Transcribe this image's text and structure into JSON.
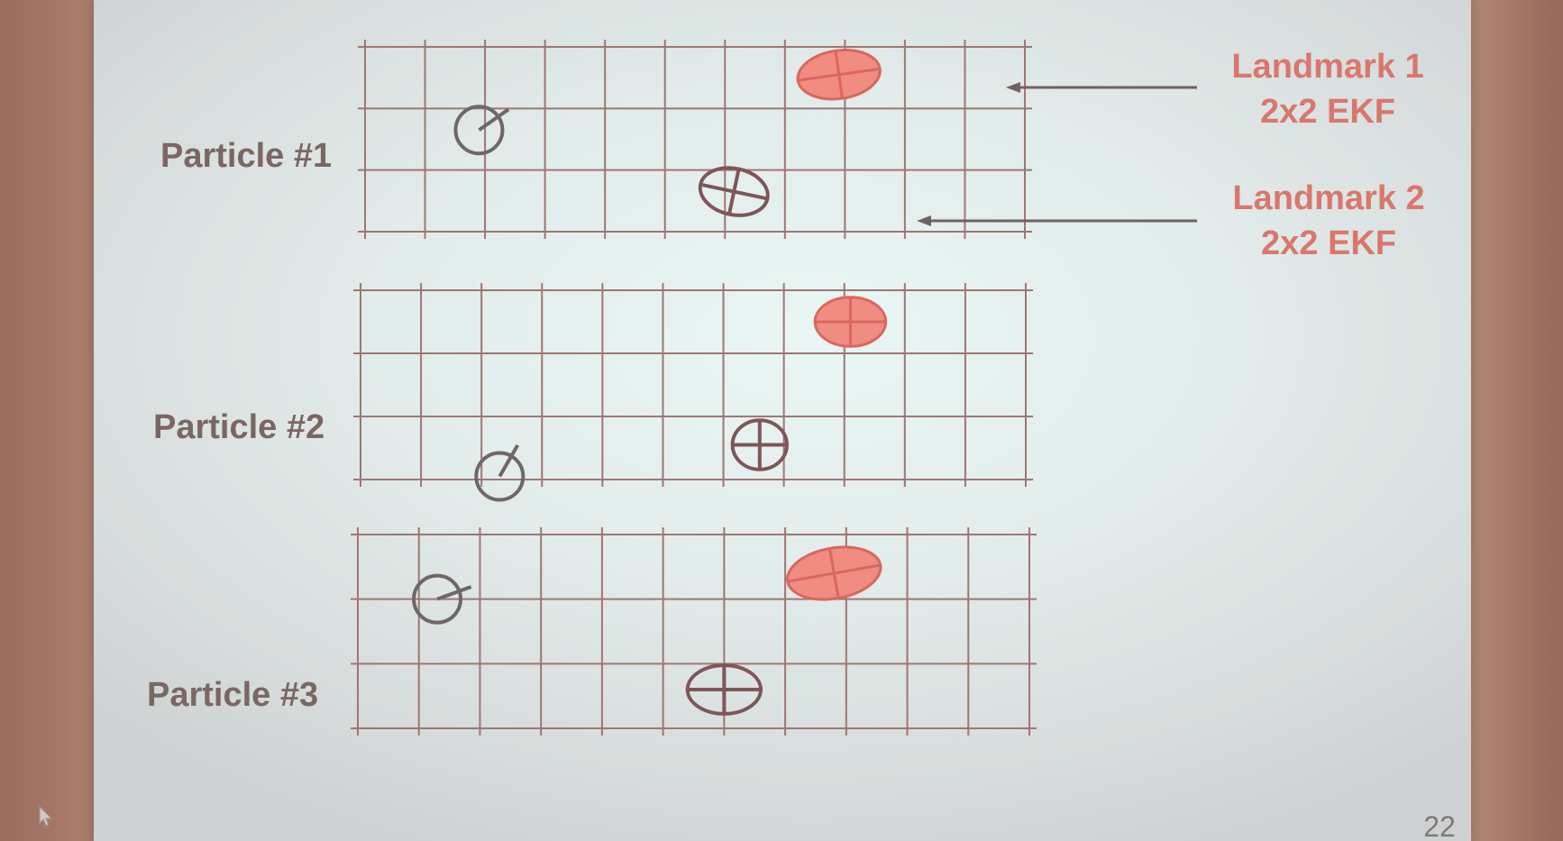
{
  "slide": {
    "page_number": "22"
  },
  "panels": [
    {
      "label": "Particle #1",
      "grid": {
        "cols": 11,
        "rows": 3
      },
      "robot": {
        "col": 1.9,
        "row": 1.35,
        "heading_deg": -35
      },
      "landmarks": [
        {
          "id": "landmark-1",
          "col": 7.9,
          "row": 0.45,
          "rx_cells": 0.92,
          "ry_cells": 0.52,
          "angle_deg": -8,
          "filled": true
        },
        {
          "id": "landmark-2",
          "col": 6.15,
          "row": 2.35,
          "rx_cells": 0.76,
          "ry_cells": 0.5,
          "angle_deg": 12,
          "filled": false
        }
      ]
    },
    {
      "label": "Particle #2",
      "grid": {
        "cols": 11,
        "rows": 3
      },
      "robot": {
        "col": 2.3,
        "row": 2.95,
        "heading_deg": -60
      },
      "landmarks": [
        {
          "id": "landmark-1",
          "col": 8.1,
          "row": 0.5,
          "rx_cells": 0.78,
          "ry_cells": 0.52,
          "angle_deg": 0,
          "filled": true
        },
        {
          "id": "landmark-2",
          "col": 6.6,
          "row": 2.45,
          "rx_cells": 0.6,
          "ry_cells": 0.52,
          "angle_deg": 0,
          "filled": false
        }
      ]
    },
    {
      "label": "Particle #3",
      "grid": {
        "cols": 11,
        "rows": 3
      },
      "robot": {
        "col": 1.3,
        "row": 1.0,
        "heading_deg": -20
      },
      "landmarks": [
        {
          "id": "landmark-1",
          "col": 7.8,
          "row": 0.6,
          "rx_cells": 1.03,
          "ry_cells": 0.52,
          "angle_deg": -10,
          "filled": true
        },
        {
          "id": "landmark-2",
          "col": 6.0,
          "row": 2.4,
          "rx_cells": 0.8,
          "ry_cells": 0.5,
          "angle_deg": 0,
          "filled": false
        }
      ]
    }
  ],
  "annotations": [
    {
      "target": "landmark-1",
      "line1": "Landmark 1",
      "line2": "2x2 EKF"
    },
    {
      "target": "landmark-2",
      "line1": "Landmark 2",
      "line2": "2x2 EKF"
    }
  ],
  "colors": {
    "landmark_fill": "#f08c82",
    "landmark_stroke": "#d9675d",
    "outline_landmark": "#7e5659",
    "grid": "#9e7673",
    "robot": "#6f6766",
    "label": "#7a6763",
    "annotation": "#d9776d"
  },
  "icons": {
    "cursor": "mouse-pointer-icon"
  }
}
